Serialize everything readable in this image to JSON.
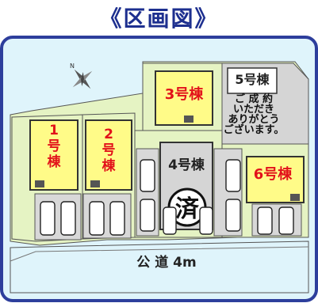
{
  "page_title": "《区画図》",
  "lots": [
    {
      "id": "1",
      "label": "1\n号\n棟",
      "status": "available",
      "label_color": "#e2121a",
      "fill": "#fffb88"
    },
    {
      "id": "2",
      "label": "2\n号\n棟",
      "status": "available",
      "label_color": "#e2121a",
      "fill": "#fffb88"
    },
    {
      "id": "3",
      "label": "3号棟",
      "status": "available",
      "label_color": "#e2121a",
      "fill": "#fffb88"
    },
    {
      "id": "4",
      "label": "4号棟",
      "status": "sold",
      "label_color": "#222222",
      "fill": "#d5d5d5",
      "sold_mark": "済"
    },
    {
      "id": "5",
      "label": "5号棟",
      "status": "sold",
      "label_color": "#222222",
      "fill": "#d5d5d5",
      "note_lines": [
        "ご 成 約",
        "いただき",
        "ありがとう",
        "ございます。"
      ]
    },
    {
      "id": "6",
      "label": "6号棟",
      "status": "available",
      "label_color": "#e2121a",
      "fill": "#fffb88"
    }
  ],
  "road_label": "公 道 4m",
  "north_icon": "north-arrow-icon",
  "north_letter": "N",
  "colors": {
    "frame_border": "#2d3e9c",
    "frame_bg": "#dff4fb",
    "lot_ground": "#e5f3c3",
    "driveway": "#d8d8d8",
    "sold_fill": "#d5d5d5",
    "available_fill": "#fffb88",
    "title_color": "#1d2f8f"
  }
}
